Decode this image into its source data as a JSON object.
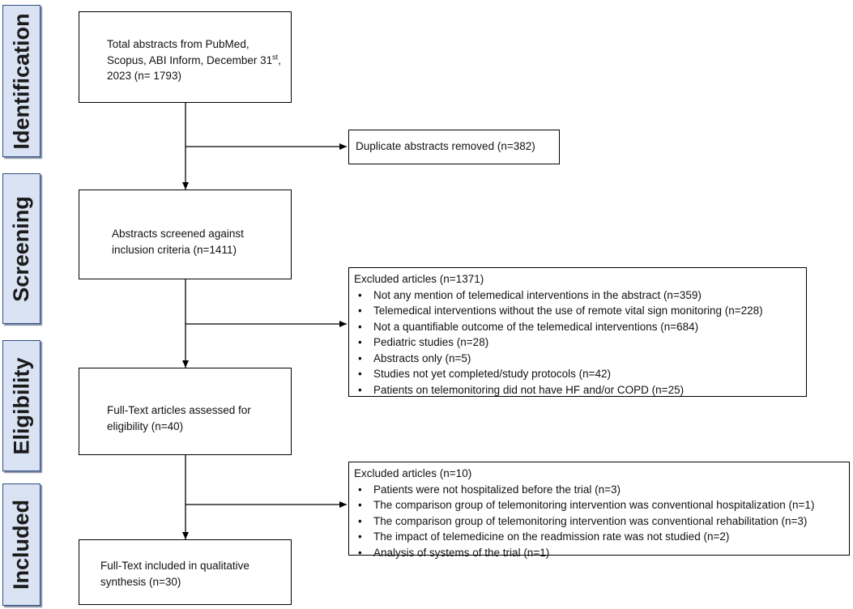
{
  "stages": [
    {
      "id": "identification",
      "label": "Identification"
    },
    {
      "id": "screening",
      "label": "Screening"
    },
    {
      "id": "eligibility",
      "label": "Eligibility"
    },
    {
      "id": "included",
      "label": "Included"
    }
  ],
  "boxes": {
    "identification": {
      "line1": "Total abstracts from PubMed,",
      "line2": "Scopus, ABI Inform, December 31",
      "sup": "st",
      "line2_end": ",",
      "line3": "2023  (n= 1793)"
    },
    "duplicates": {
      "text": "Duplicate abstracts removed (n=382)"
    },
    "screening": {
      "line1": "Abstracts screened against",
      "line2": "inclusion criteria (n=1411)"
    },
    "excluded1": {
      "heading": "Excluded articles (n=1371)",
      "items": [
        "Not any mention of telemedical interventions in the abstract (n=359)",
        "Telemedical interventions without the use of remote vital sign monitoring (n=228)",
        "Not a  quantifiable outcome of the telemedical interventions (n=684)",
        "Pediatric studies (n=28)",
        "Abstracts only (n=5)",
        "Studies not yet completed/study protocols (n=42)",
        "Patients on telemonitoring did not have HF and/or COPD  (n=25)"
      ]
    },
    "eligibility": {
      "line1": "Full-Text articles assessed for",
      "line2": "eligibility (n=40)"
    },
    "excluded2": {
      "heading": "Excluded articles (n=10)",
      "items": [
        "Patients were not hospitalized before the trial (n=3)",
        "The comparison group of telemonitoring intervention was conventional hospitalization (n=1)",
        "The comparison group of telemonitoring intervention was conventional rehabilitation (n=3)",
        "The impact of telemedicine on the readmission rate was not studied (n=2)",
        "Analysis of systems of the trial (n=1)"
      ]
    },
    "included": {
      "line1": "Full-Text included in qualitative",
      "line2": "synthesis (n=30)"
    }
  }
}
